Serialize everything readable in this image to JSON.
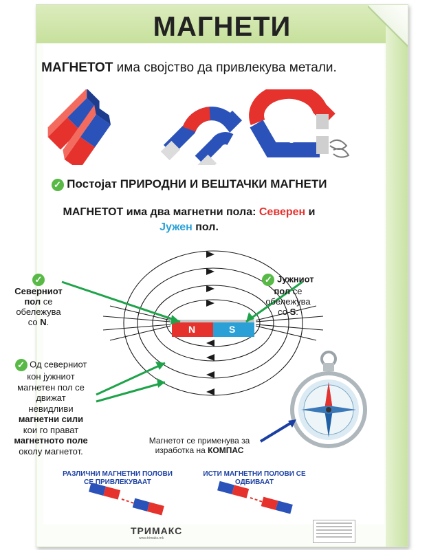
{
  "title": "МАГНЕТИ",
  "intro": {
    "bold": "МАГНЕТОТ",
    "rest": " има својство да привлекува метали."
  },
  "types": {
    "prefix": "Постојат ",
    "bold": "ПРИРОДНИ И ВЕШТАЧКИ МАГНЕТИ"
  },
  "poles_heading": {
    "part1": "МАГНЕТОТ има два магнетни пола: ",
    "north": "Северен",
    "and": " и",
    "south": "Јужен",
    "suffix": " пол."
  },
  "bar_labels": {
    "n": "N",
    "s": "S"
  },
  "north_note": {
    "bold": "Северниот пол",
    "line2": " се обележува со ",
    "letter": "N",
    "end": "."
  },
  "south_note": {
    "bold": "Јужниот пол",
    "line2": " се обележува со ",
    "letter": "S",
    "end": "."
  },
  "forces_note": {
    "t1": "Од северниот кон јужниот магнетен пол се движат невидливи ",
    "b1": "магнетни сили",
    "t2": " кои го прават ",
    "b2": "магнетното поле",
    "t3": " околу магнетот."
  },
  "compass_note": {
    "t1": "Магнетот се применува за изработка на ",
    "b1": "КОМПАС"
  },
  "attract_label": "РАЗЛИЧНИ МАГНЕТНИ ПОЛОВИ СЕ ПРИВЛЕКУВААТ",
  "repel_label": "ИСТИ МАГНЕТНИ ПОЛОВИ СЕ ОДБИВААТ",
  "logo": {
    "name": "ТРИМАКС",
    "sub": "www.trimaks.mk"
  },
  "colors": {
    "north": "#e5322d",
    "south": "#2aa0d6",
    "check": "#58b947",
    "arrow": "#1fa34a",
    "band": "#c6e09c",
    "heading_blue": "#1a3fa3"
  }
}
